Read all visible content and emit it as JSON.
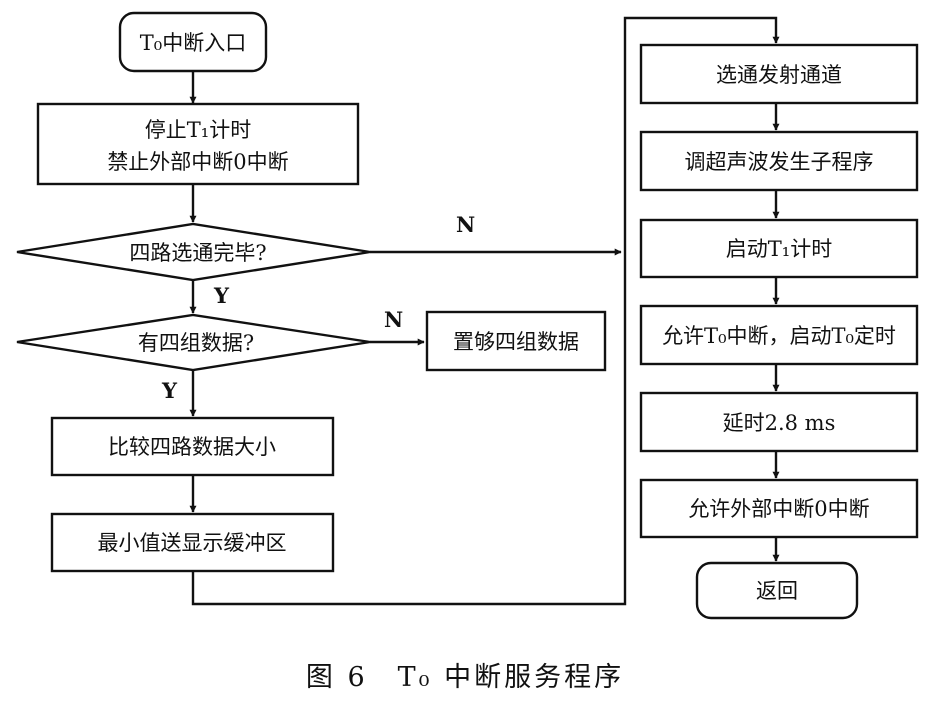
{
  "nodes": {
    "start": "T₀中断入口",
    "stop_t1": "停止T₁计时",
    "disable_int": "禁止外部中断0中断",
    "decision_strobe": "四路选通完毕?",
    "decision_data": "有四组数据?",
    "set_data": "置够四组数据",
    "compare": "比较四路数据大小",
    "send_min": "最小值送显示缓冲区",
    "select_channel": "选通发射通道",
    "call_ultrasonic": "调超声波发生子程序",
    "start_t1": "启动T₁计时",
    "allow_t0": "允许T₀中断，启动T₀定时",
    "delay": "延时2.8 ms",
    "allow_ext": "允许外部中断0中断",
    "return": "返回"
  },
  "edge_labels": {
    "strobe_no": "N",
    "strobe_yes": "Y",
    "data_no": "N",
    "data_yes": "Y"
  },
  "caption": "图 6　T₀ 中断服务程序"
}
